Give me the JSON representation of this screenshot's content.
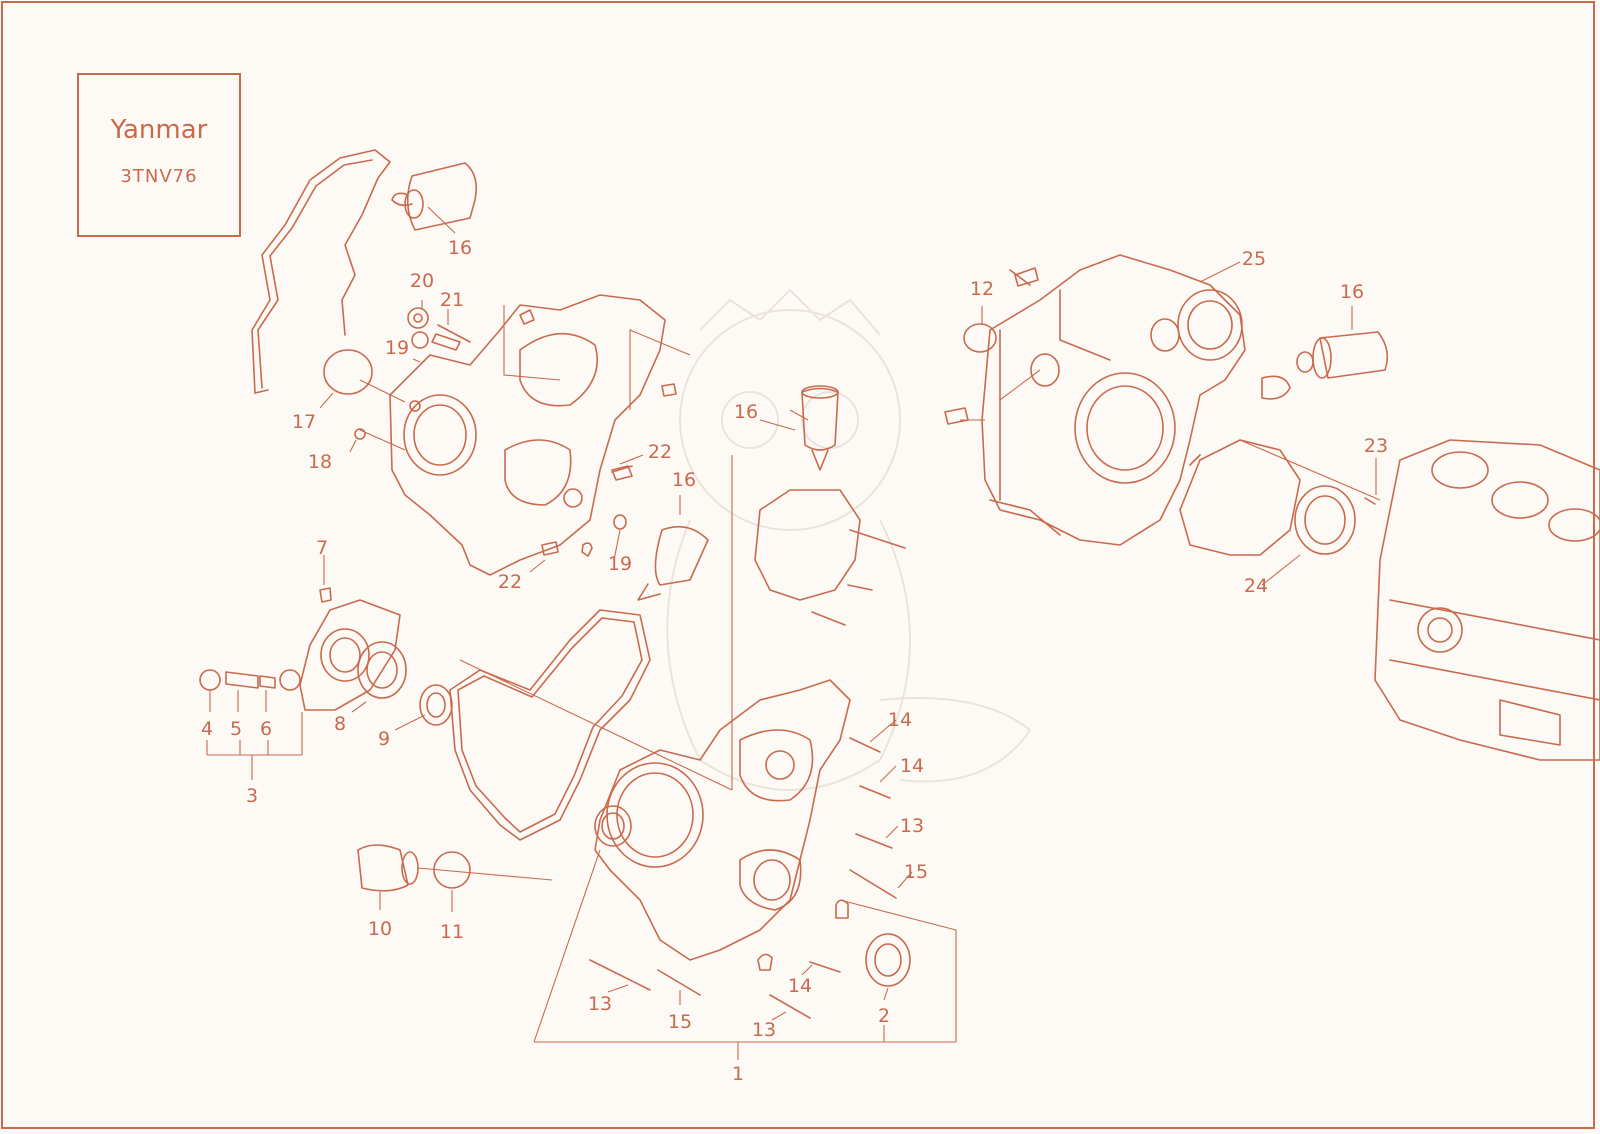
{
  "header": {
    "brand": "Yanmar",
    "model": "3TNV76"
  },
  "colors": {
    "line": "#c96a4e",
    "paper": "#fdfaf6",
    "watermark": "#ece2dc"
  },
  "callouts": [
    "16",
    "20",
    "21",
    "19",
    "17",
    "18",
    "22",
    "16",
    "22",
    "19",
    "16",
    "12",
    "25",
    "16",
    "23",
    "24",
    "7",
    "4",
    "5",
    "6",
    "8",
    "9",
    "3",
    "14",
    "14",
    "13",
    "15",
    "10",
    "11",
    "14",
    "13",
    "15",
    "13",
    "2",
    "1"
  ]
}
